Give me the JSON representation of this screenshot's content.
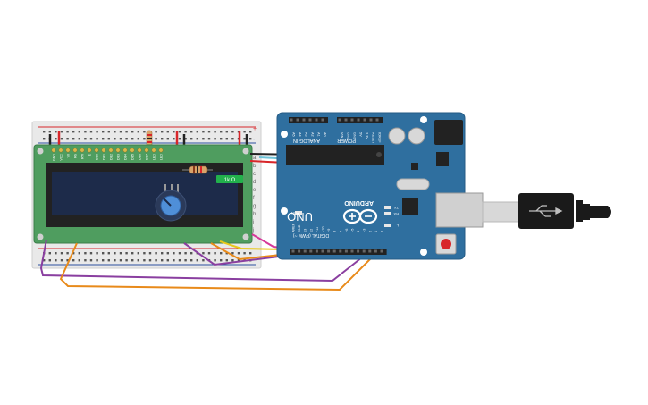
{
  "circuit": {
    "lcd": {
      "pin_labels": [
        "GND",
        "VCC",
        "V0",
        "RS",
        "RW",
        "E",
        "DB0",
        "DB1",
        "DB2",
        "DB3",
        "DB4",
        "DB5",
        "DB6",
        "DB7",
        "LED",
        "LED"
      ]
    },
    "resistor_tooltip": "1k Ω",
    "arduino": {
      "brand": "ARDUINO",
      "model": "UNO",
      "analog_header_label": "ANALOG IN",
      "power_header_label": "POWER",
      "digital_header_label": "DIGITAL (PWM ~)",
      "analog_pins": [
        "A5",
        "A4",
        "A3",
        "A2",
        "A1",
        "A0"
      ],
      "power_pins": [
        "VIN",
        "GND",
        "GND",
        "5V",
        "3.3V",
        "RESET",
        "IOREF"
      ],
      "digital_pins": [
        "0",
        "1",
        "2",
        "~3",
        "4",
        "~5",
        "~6",
        "7",
        "8",
        "~9",
        "~10",
        "~11",
        "12",
        "13",
        "GND",
        "AREF"
      ],
      "led_labels": [
        "TX",
        "RX",
        "L",
        "ON"
      ]
    },
    "breadboard": {
      "row_letters": [
        "a",
        "b",
        "c",
        "d",
        "e",
        "f",
        "g",
        "h",
        "i",
        "j"
      ],
      "rail_signs": [
        "+",
        "-"
      ]
    },
    "colors": {
      "breadboard": "#e9e9e9",
      "lcd_board": "#4f9d5f",
      "lcd_screen": "#1d2b4a",
      "arduino": "#2f6f9f",
      "wire_purple": "#8a3fa0",
      "wire_orange": "#e88a1a",
      "wire_yellow": "#e8c81a",
      "wire_magenta": "#d63a9a",
      "wire_red": "#d8262a",
      "wire_black": "#222222",
      "wire_cyan": "#6fc3d8"
    }
  }
}
